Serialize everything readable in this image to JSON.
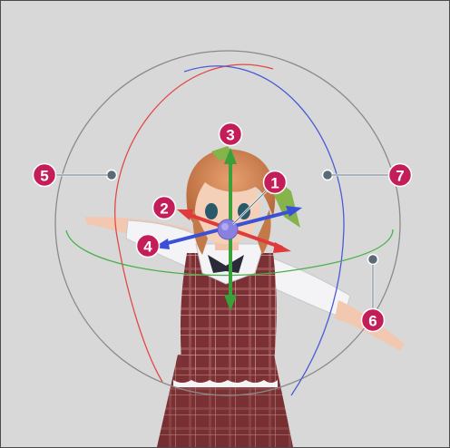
{
  "colors": {
    "viewport_bg": "#d8d8d8",
    "callout_fill": "#c41e5a",
    "callout_text": "#ffffff",
    "handle": "#5a6b77",
    "leader_line": "#ffffff",
    "ring_outer": "#8a8a8a",
    "ring_x": "#e04a4a",
    "ring_y": "#4a5ad8",
    "ring_z": "#4ab04a",
    "arrow_x": "#e03a3a",
    "arrow_y": "#3aa03a",
    "arrow_z": "#3a50d8",
    "center_handle": "#8a80e0"
  },
  "gizmo": {
    "icons": {
      "move_center": "center-drag-handle-icon",
      "axis_arrows": "translate-arrow-icon",
      "rotate_rings": "rotation-ring-icon"
    }
  },
  "callouts": [
    {
      "number": "1",
      "target": "center-drag-handle"
    },
    {
      "number": "2",
      "target": "red-x-arrow"
    },
    {
      "number": "3",
      "target": "green-y-arrow"
    },
    {
      "number": "4",
      "target": "blue-z-arrow"
    },
    {
      "number": "5",
      "target": "outer-ring-handle-left"
    },
    {
      "number": "6",
      "target": "green-ring-handle"
    },
    {
      "number": "7",
      "target": "outer-ring-handle-right"
    }
  ]
}
